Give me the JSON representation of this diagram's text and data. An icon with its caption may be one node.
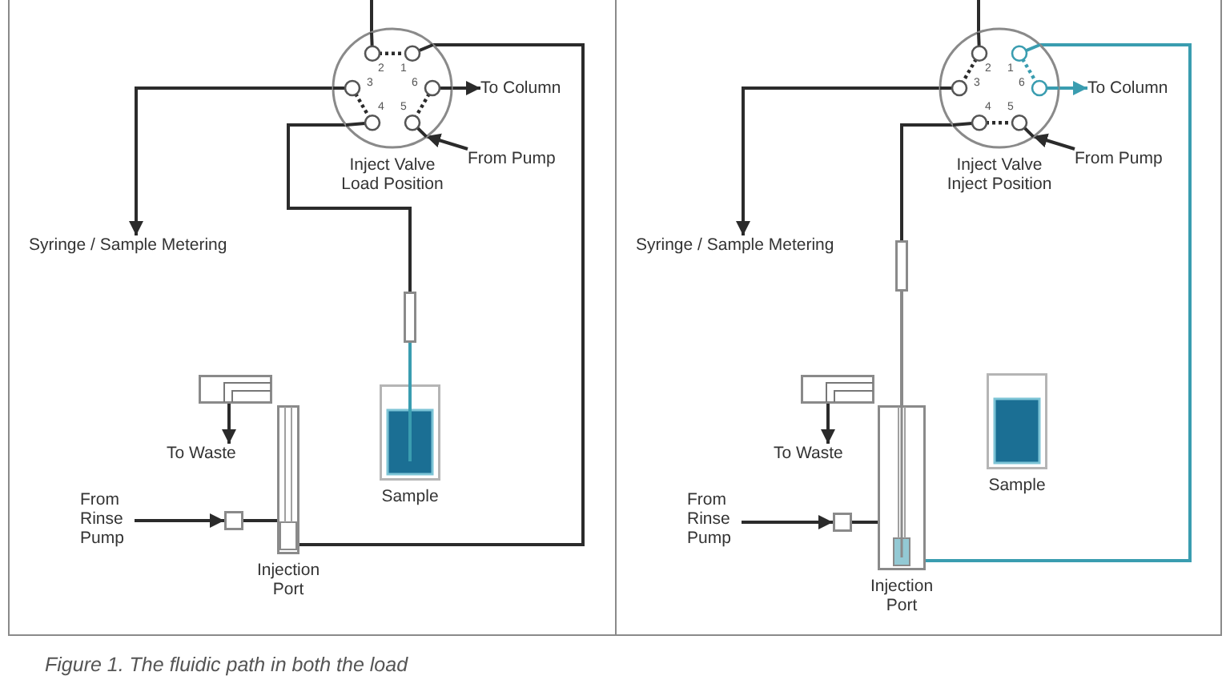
{
  "diagram": {
    "caption": "Figure 1. The fluidic path in both the load",
    "nodes": [
      {
        "text": [
          "Inject Valve Load Position"
        ]
      },
      {
        "text": [
          "To Column"
        ]
      },
      {
        "text": [
          "From Pump"
        ]
      },
      {
        "text": [
          "Syringe / Sample Metering"
        ]
      },
      {
        "text": [],
        "shape": "box"
      },
      {
        "text": [
          "Sample"
        ]
      },
      {
        "text": [],
        "shape": "box"
      },
      {
        "text": [
          "To Waste"
        ]
      },
      {
        "text": [
          "Injection Port"
        ]
      },
      {
        "text": [],
        "shape": "box"
      },
      {
        "text": [
          "From Rinse Pump"
        ]
      },
      {
        "text": [
          "Inject Valve Inject Position"
        ]
      },
      {
        "text": [
          "To Column"
        ]
      },
      {
        "text": [
          "From Pump"
        ]
      },
      {
        "text": [
          "Syringe / Sample Metering"
        ]
      },
      {
        "text": [],
        "shape": "box"
      },
      {
        "text": [
          "Sample"
        ]
      },
      {
        "text": [],
        "shape": "box"
      },
      {
        "text": [
          "To Waste"
        ]
      },
      {
        "text": [
          "Injection Port"
        ]
      },
      {
        "text": [],
        "shape": "box"
      },
      {
        "text": [
          "From Rinse Pump"
        ]
      }
    ],
    "edges": [
      {
        "from": 0,
        "to": null,
        "arrow": "none"
      },
      {
        "from": 0,
        "to": 1,
        "arrow": "to"
      },
      {
        "from": 2,
        "to": 0,
        "arrow": "to"
      },
      {
        "from": 0,
        "to": 3,
        "arrow": "to"
      },
      {
        "from": 0,
        "to": 8,
        "arrow": "none"
      },
      {
        "from": 0,
        "to": 4,
        "arrow": "none"
      },
      {
        "from": 4,
        "to": 5,
        "arrow": "none",
        "color": "#3a9db0"
      },
      {
        "from": 6,
        "to": 7,
        "arrow": "to"
      },
      {
        "from": 10,
        "to": 9,
        "arrow": "to"
      },
      {
        "from": 9,
        "to": 8,
        "arrow": "none"
      },
      {
        "from": 11,
        "to": null,
        "arrow": "none"
      },
      {
        "from": 11,
        "to": 12,
        "arrow": "to",
        "color": "#3a9db0"
      },
      {
        "from": 13,
        "to": 11,
        "arrow": "to"
      },
      {
        "from": 11,
        "to": 14,
        "arrow": "to"
      },
      {
        "from": 11,
        "to": 19,
        "arrow": "none",
        "color": "#3a9db0"
      },
      {
        "from": 11,
        "to": 15,
        "arrow": "none"
      },
      {
        "from": 15,
        "to": 19,
        "arrow": "none",
        "color": "#8a8a8a"
      },
      {
        "from": 17,
        "to": 18,
        "arrow": "to"
      },
      {
        "from": 21,
        "to": 20,
        "arrow": "to"
      },
      {
        "from": 20,
        "to": 19,
        "arrow": "none"
      }
    ],
    "labels": [
      "2",
      "1",
      "3",
      "6",
      "4",
      "5",
      "2",
      "1",
      "3",
      "6",
      "4",
      "5"
    ]
  }
}
